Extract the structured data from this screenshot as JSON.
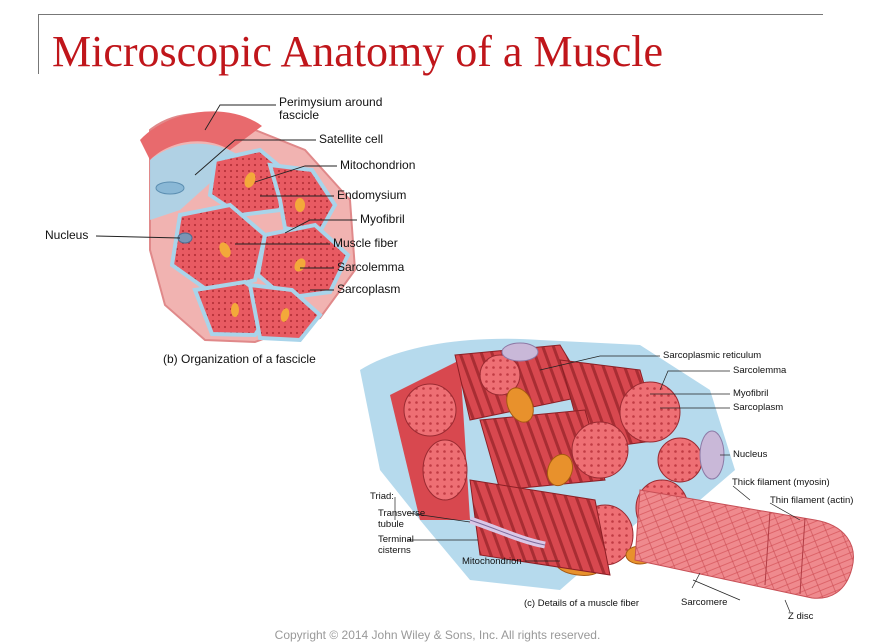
{
  "slide": {
    "title": "Microscopic Anatomy of a Muscle",
    "copyright": "Copyright © 2014 John Wiley & Sons, Inc. All rights reserved."
  },
  "fascicle_panel": {
    "caption": "(b) Organization of a fascicle",
    "labels": {
      "perimysium_1": "Perimysium around",
      "perimysium_2": "fascicle",
      "satellite": "Satellite cell",
      "mitochondrion": "Mitochondrion",
      "endomysium": "Endomysium",
      "myofibril": "Myofibril",
      "nucleus": "Nucleus",
      "muscle_fiber": "Muscle fiber",
      "sarcolemma": "Sarcolemma",
      "sarcoplasm": "Sarcoplasm"
    }
  },
  "fiber_panel": {
    "caption": "(c) Details of a muscle fiber",
    "labels": {
      "sr": "Sarcoplasmic reticulum",
      "sarcolemma": "Sarcolemma",
      "myofibril": "Myofibril",
      "sarcoplasm": "Sarcoplasm",
      "nucleus": "Nucleus",
      "thick": "Thick filament (myosin)",
      "thin": "Thin filament (actin)",
      "triad": "Triad:",
      "tt_1": "Transverse",
      "tt_2": "tubule",
      "tc_1": "Terminal",
      "tc_2": "cisterns",
      "mito": "Mitochondrion",
      "sarcomere": "Sarcomere",
      "zdisc": "Z disc"
    }
  },
  "colors": {
    "title": "#c0161b",
    "muscle": "#e2555c",
    "muscle_light": "#f2a0a0",
    "connective": "#a9d4ea",
    "mito": "#e8912c"
  }
}
